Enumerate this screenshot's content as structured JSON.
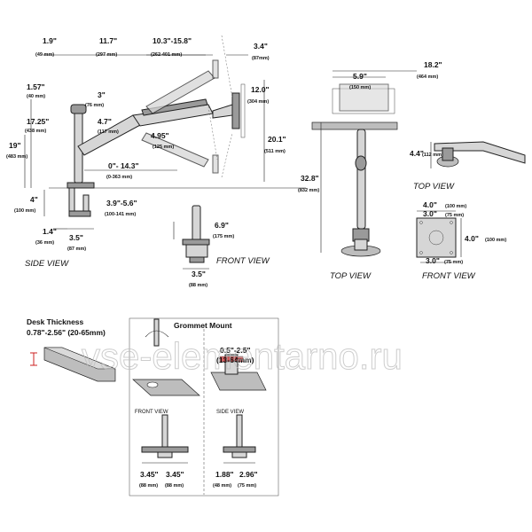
{
  "side_view": {
    "label": "SIDE VIEW",
    "dims": [
      {
        "v": "1.9\"",
        "mm": "(49 mm)"
      },
      {
        "v": "11.7\"",
        "mm": "(297 mm)"
      },
      {
        "v": "10.3\"-15.8\"",
        "mm": "(262-401 mm)"
      },
      {
        "v": "3.4\"",
        "mm": "(87mm)"
      },
      {
        "v": "1.57\"",
        "mm": "(40 mm)"
      },
      {
        "v": "3\"",
        "mm": "(76 mm)"
      },
      {
        "v": "12.0\"",
        "mm": "(304 mm)"
      },
      {
        "v": "17.25\"",
        "mm": "(438 mm)"
      },
      {
        "v": "4.7\"",
        "mm": "(117 mm)"
      },
      {
        "v": "19\"",
        "mm": "(483 mm)"
      },
      {
        "v": "4.95\"",
        "mm": "(125 mm)"
      },
      {
        "v": "20.1\"",
        "mm": "(511 mm)"
      },
      {
        "v": "0\"- 14.3\"",
        "mm": "(0-363 mm)"
      },
      {
        "v": "4\"",
        "mm": "(100 mm)"
      },
      {
        "v": "3.9\"-5.6\"",
        "mm": "(100-141 mm)"
      },
      {
        "v": "1.4\"",
        "mm": "(36 mm)"
      },
      {
        "v": "3.5\"",
        "mm": "(87 mm)"
      }
    ]
  },
  "front_view": {
    "label": "FRONT VIEW",
    "dims": [
      {
        "v": "6.9\"",
        "mm": "(175 mm)"
      },
      {
        "v": "3.5\"",
        "mm": "(88 mm)"
      }
    ]
  },
  "top_view_tall": {
    "label": "TOP VIEW",
    "dims": [
      {
        "v": "5.9\"",
        "mm": "(150 mm)"
      },
      {
        "v": "18.2\"",
        "mm": "(464 mm)"
      },
      {
        "v": "32.8\"",
        "mm": "(832 mm)"
      }
    ]
  },
  "top_view_small": {
    "label": "TOP VIEW",
    "dims": [
      {
        "v": "4.4\"",
        "mm": "(112 mm)"
      }
    ]
  },
  "vesa_front_view": {
    "label": "FRONT VIEW",
    "dims": [
      {
        "v": "4.0\"",
        "mm": "(100 mm)"
      },
      {
        "v": "3.0\"",
        "mm": "(75 mm)"
      },
      {
        "v": "4.0\"",
        "mm": "(100 mm)"
      },
      {
        "v": "3.0\"",
        "mm": "(75 mm)"
      }
    ]
  },
  "desk_thickness": {
    "title": "Desk Thickness",
    "value": "0.78\"-2.56\" (20-65mm)"
  },
  "grommet": {
    "title": "Grommet Mount",
    "range_v": "0.5\"-2.5\"",
    "range_mm": "(13-64mm)",
    "front_label": "FRONT VIEW",
    "side_label": "SIDE VIEW",
    "dims": [
      {
        "v": "3.45\"",
        "mm": "(88 mm)"
      },
      {
        "v": "3.45\"",
        "mm": "(88 mm)"
      },
      {
        "v": "1.88\"",
        "mm": "(48 mm)"
      },
      {
        "v": "2.96\"",
        "mm": "(75 mm)"
      }
    ]
  },
  "watermark": "vse-elementarno.ru"
}
